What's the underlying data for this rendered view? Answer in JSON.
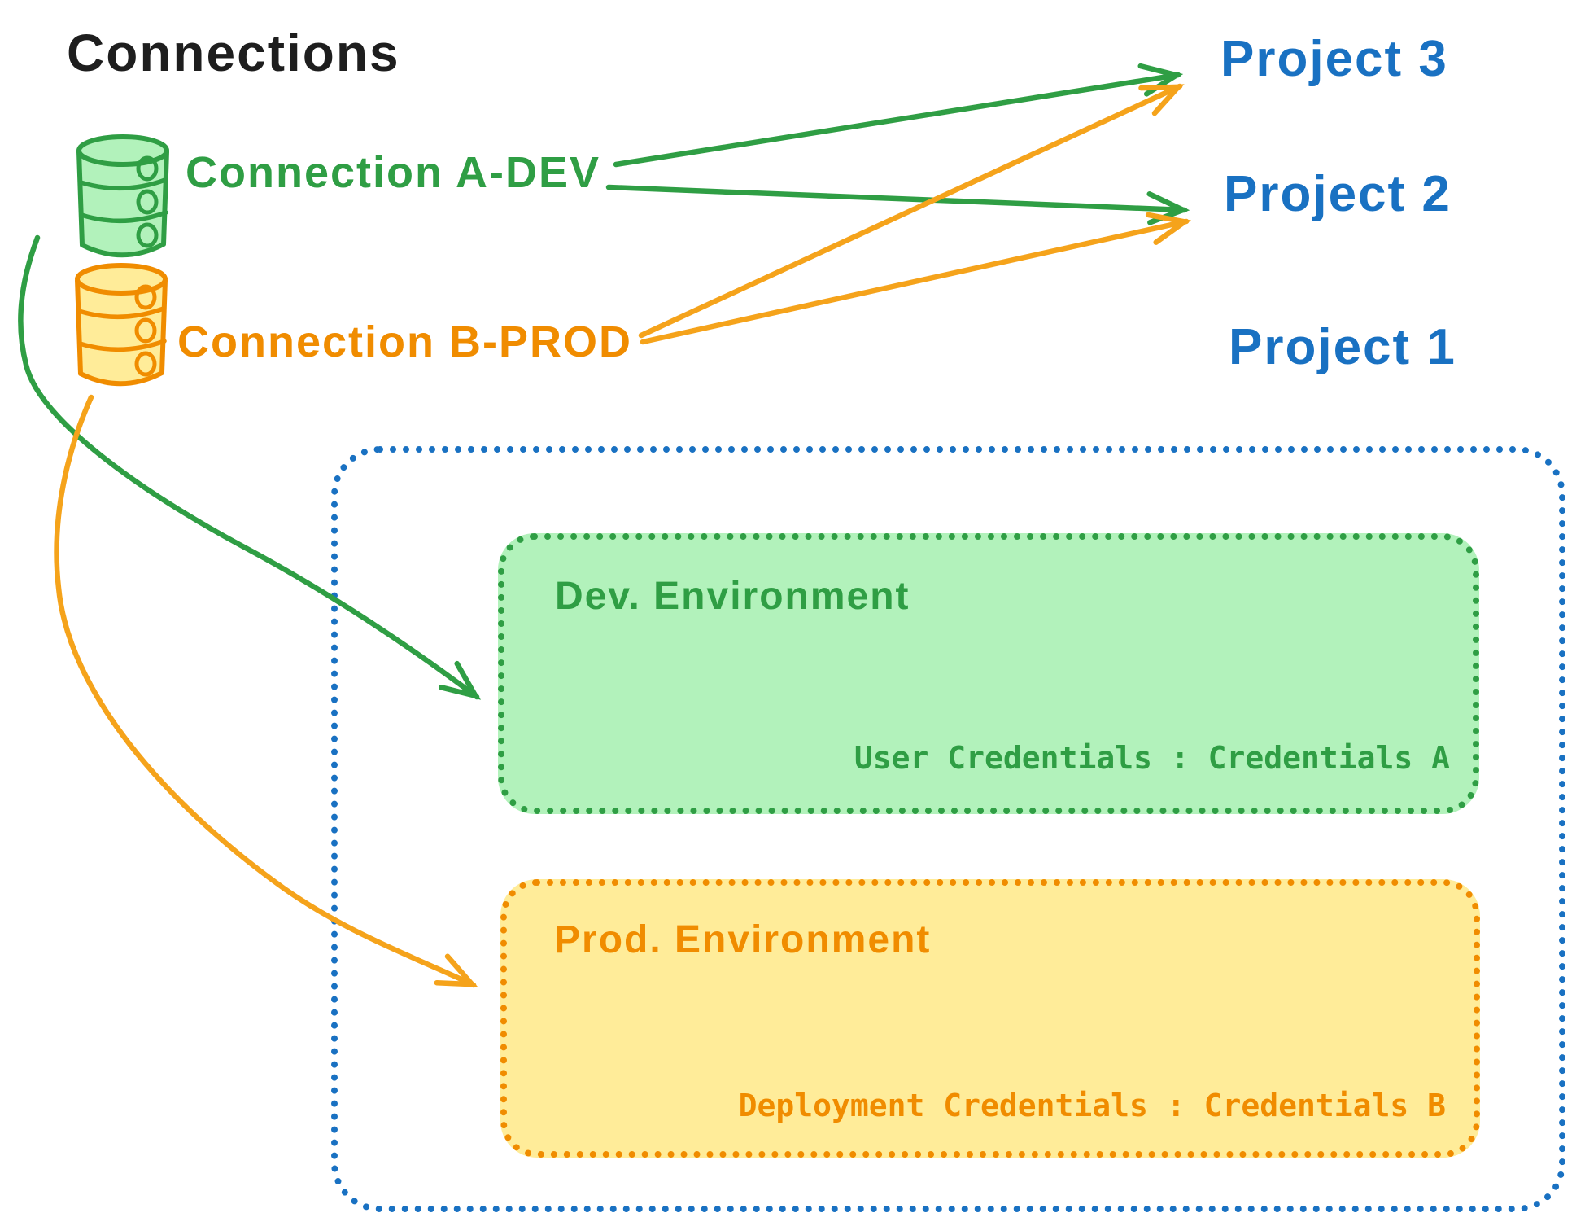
{
  "title": "Connections",
  "colors": {
    "black": "#1e1e1e",
    "green": "#2f9e44",
    "green_fill": "#b2f2bb",
    "orange": "#f08c00",
    "orange_fill": "#ffec99",
    "blue": "#1971c2",
    "background": "#ffffff"
  },
  "connections": [
    {
      "label": "Connection A-DEV",
      "icon": "database-icon",
      "color": "#2f9e44"
    },
    {
      "label": "Connection B-PROD",
      "icon": "database-icon",
      "color": "#f08c00"
    }
  ],
  "projects": [
    {
      "label": "Project 3"
    },
    {
      "label": "Project 2"
    },
    {
      "label": "Project 1"
    }
  ],
  "project1": {
    "dev_environment": {
      "title": "Dev. Environment",
      "credentials_label": "User Credentials : Credentials A"
    },
    "prod_environment": {
      "title": "Prod. Environment",
      "credentials_label": "Deployment Credentials : Credentials B"
    }
  },
  "edges": [
    {
      "from": "Connection A-DEV",
      "to": "Project 3",
      "color": "#2f9e44"
    },
    {
      "from": "Connection A-DEV",
      "to": "Project 2",
      "color": "#2f9e44"
    },
    {
      "from": "Connection B-PROD",
      "to": "Project 3",
      "color": "#f08c00"
    },
    {
      "from": "Connection B-PROD",
      "to": "Project 2",
      "color": "#f08c00"
    },
    {
      "from": "Connection A-DEV",
      "to": "Dev. Environment",
      "color": "#2f9e44"
    },
    {
      "from": "Connection B-PROD",
      "to": "Prod. Environment",
      "color": "#f08c00"
    }
  ]
}
